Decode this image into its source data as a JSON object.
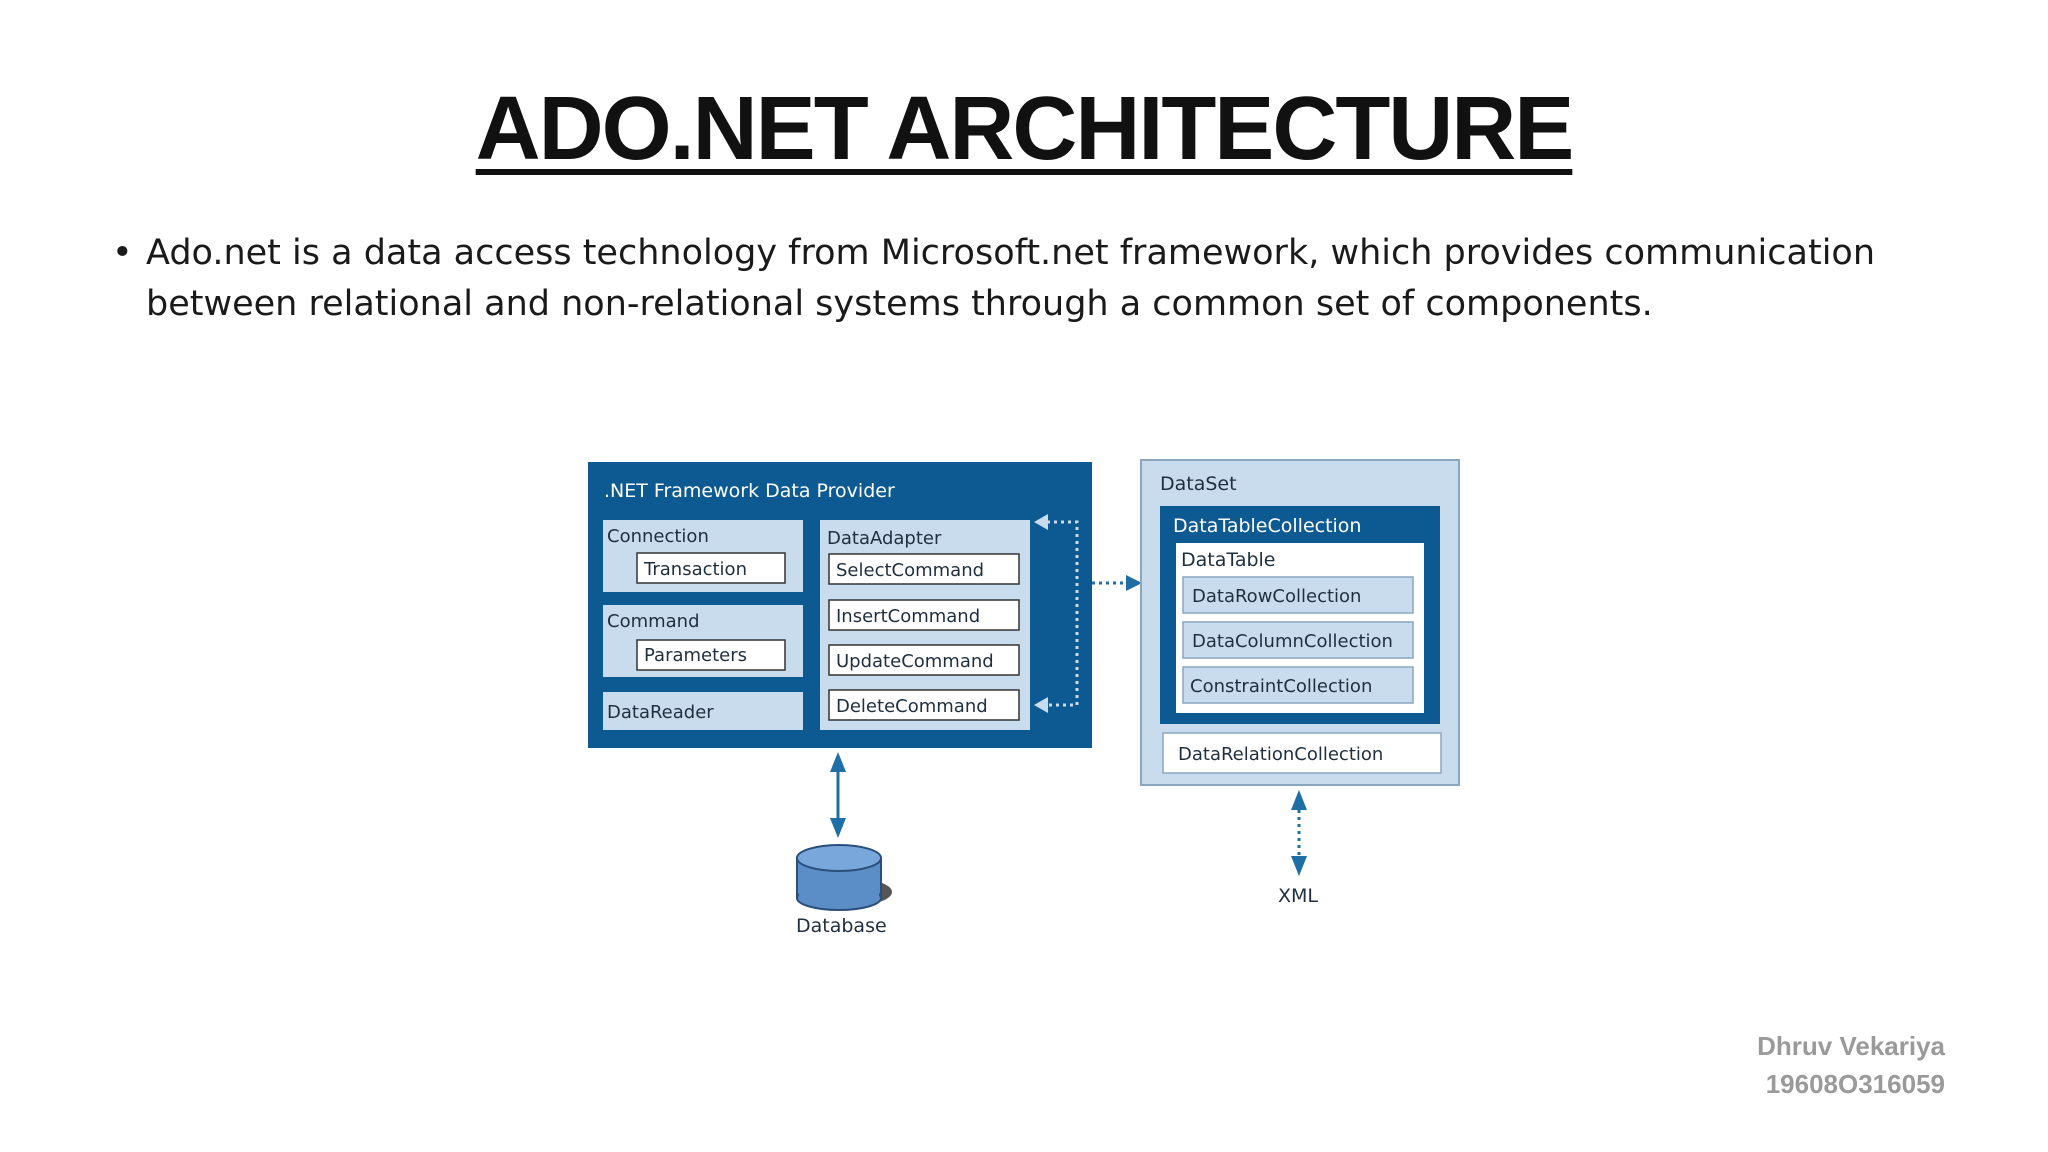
{
  "title": "ADO.NET ARCHITECTURE",
  "bullet": {
    "marker": "•",
    "text": "Ado.net is a data access technology from Microsoft.net framework, which provides communication between relational and non-relational systems through a common set of components."
  },
  "diagram": {
    "provider": {
      "title": ".NET Framework Data Provider",
      "connection": {
        "label": "Connection",
        "child": "Transaction"
      },
      "command": {
        "label": "Command",
        "child": "Parameters"
      },
      "datareader": "DataReader",
      "dataadapter": {
        "label": "DataAdapter",
        "commands": [
          "SelectCommand",
          "InsertCommand",
          "UpdateCommand",
          "DeleteCommand"
        ]
      }
    },
    "dataset": {
      "title": "DataSet",
      "datatablecollection": "DataTableCollection",
      "datatable": "DataTable",
      "collections": [
        "DataRowCollection",
        "DataColumnCollection",
        "ConstraintCollection"
      ],
      "datarelationcollection": "DataRelationCollection"
    },
    "database_label": "Database",
    "xml_label": "XML",
    "colors": {
      "dark_blue": "#0d5a92",
      "light_blue": "#c9dced",
      "accent": "#1d6fa5",
      "white": "#ffffff"
    }
  },
  "signature": {
    "name": "Dhruv Vekariya",
    "id": "19608O316059"
  }
}
